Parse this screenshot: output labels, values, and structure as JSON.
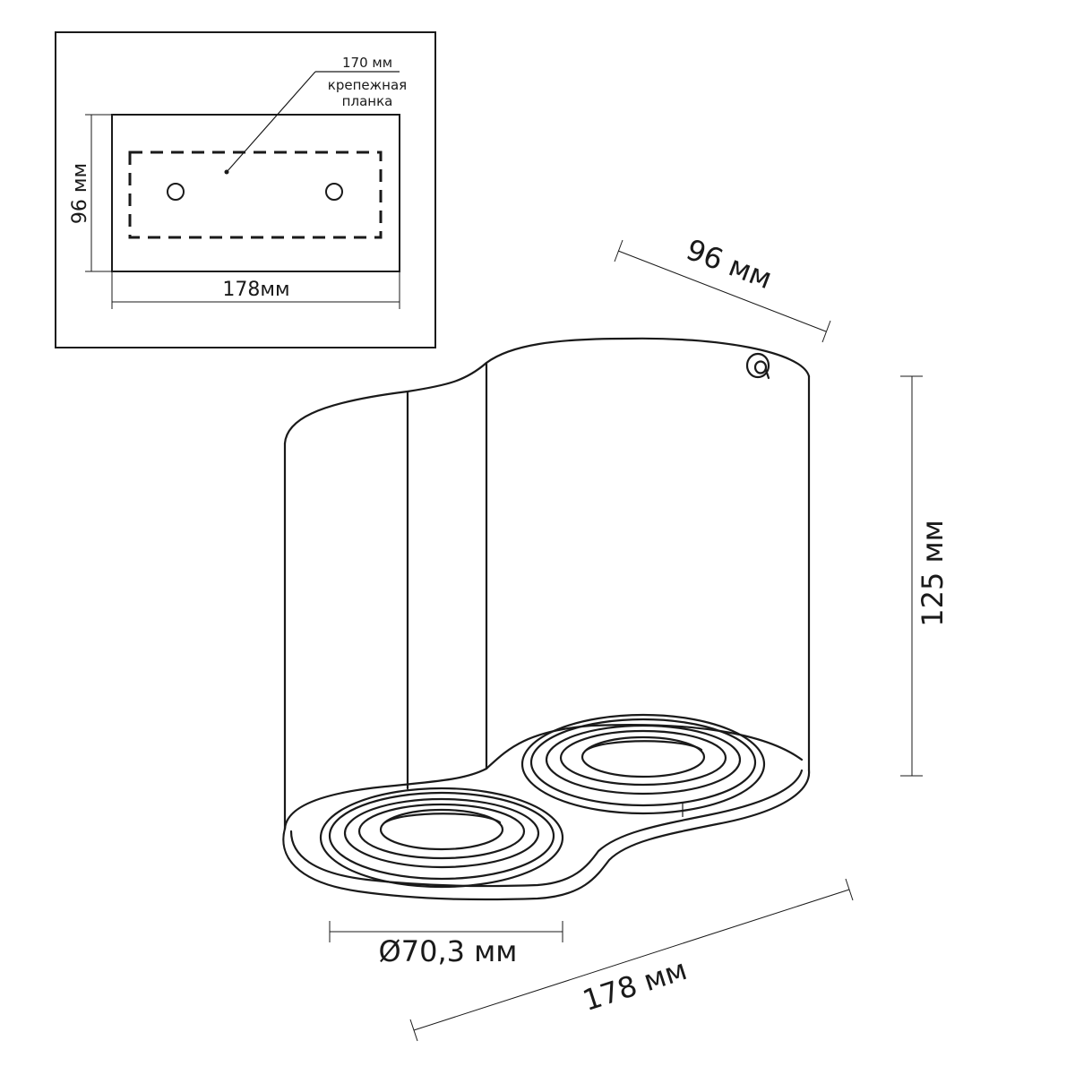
{
  "inset": {
    "plate_label": "170 мм",
    "plate_name_line1": "крепежная",
    "plate_name_line2": "планка",
    "height_label": "96 мм",
    "width_label": "178мм"
  },
  "main": {
    "depth_label": "96 мм",
    "height_label": "125 мм",
    "diameter_label": "Ø70,3 мм",
    "length_label": "178 мм"
  }
}
